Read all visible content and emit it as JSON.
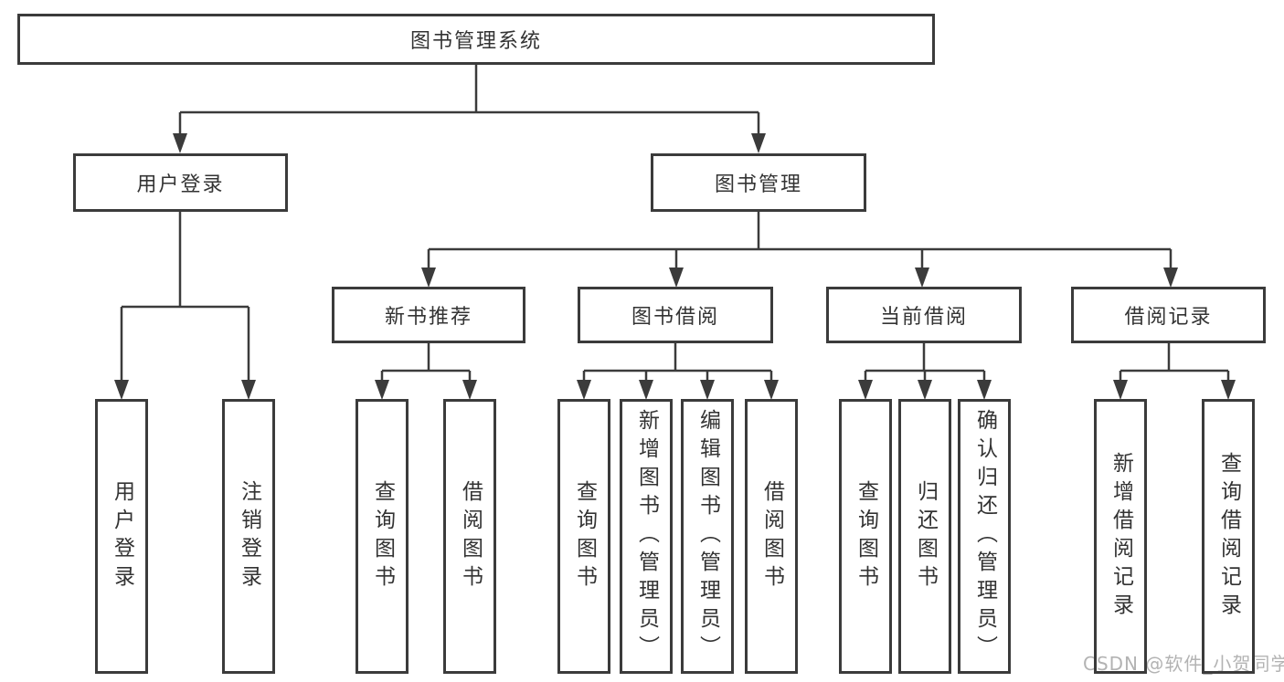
{
  "diagram": {
    "root": {
      "label": "图书管理系统",
      "children": [
        {
          "label": "用户登录",
          "children": [
            {
              "label": "用户登录"
            },
            {
              "label": "注销登录"
            }
          ]
        },
        {
          "label": "图书管理",
          "children": [
            {
              "label": "新书推荐",
              "children": [
                {
                  "label": "查询图书"
                },
                {
                  "label": "借阅图书"
                }
              ]
            },
            {
              "label": "图书借阅",
              "children": [
                {
                  "label": "查询图书"
                },
                {
                  "label": "新增图书（管理员）"
                },
                {
                  "label": "编辑图书（管理员）"
                },
                {
                  "label": "借阅图书"
                }
              ]
            },
            {
              "label": "当前借阅",
              "children": [
                {
                  "label": "查询图书"
                },
                {
                  "label": "归还图书"
                },
                {
                  "label": "确认归还（管理员）"
                }
              ]
            },
            {
              "label": "借阅记录",
              "children": [
                {
                  "label": "新增借阅记录"
                },
                {
                  "label": "查询借阅记录"
                }
              ]
            }
          ]
        }
      ]
    },
    "watermark": "CSDN @软件_小贺同学"
  },
  "colors": {
    "line": "#3b3b3b",
    "box-border": "#3b3b3b",
    "text": "#333333",
    "watermark": "#b3b3b3",
    "background": "#ffffff"
  }
}
